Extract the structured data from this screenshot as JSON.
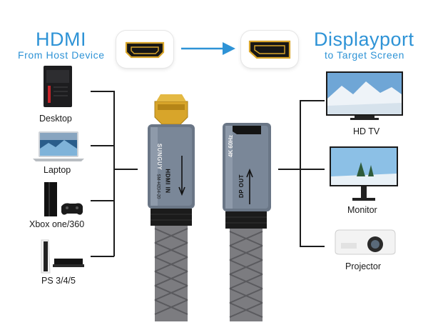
{
  "left_header": {
    "title": "HDMI",
    "subtitle": "From  Host  Device"
  },
  "right_header": {
    "title": "Displayport",
    "subtitle": "to Target Screen"
  },
  "source_devices": [
    {
      "label": "Desktop",
      "icon": "desktop-tower-icon"
    },
    {
      "label": "Laptop",
      "icon": "laptop-icon"
    },
    {
      "label": "Xbox one/360",
      "icon": "game-console-icon"
    },
    {
      "label": "PS 3/4/5",
      "icon": "ps-console-icon"
    }
  ],
  "target_devices": [
    {
      "label": "HD TV",
      "icon": "tv-icon"
    },
    {
      "label": "Monitor",
      "icon": "monitor-icon"
    },
    {
      "label": "Projector",
      "icon": "projector-icon"
    }
  ],
  "cable": {
    "brand_text": "SUNGUY",
    "hdmi_model": "SM-H2D4-20",
    "hdmi_label": "HDMI IN",
    "dp_badge": "4K 60Hz",
    "dp_label": "DP OUT"
  },
  "colors": {
    "accent_blue": "#2e93d6",
    "connector_gold": "#d8a52a",
    "housing_gray": "#6a7686",
    "line_color": "#1c1c1c"
  }
}
